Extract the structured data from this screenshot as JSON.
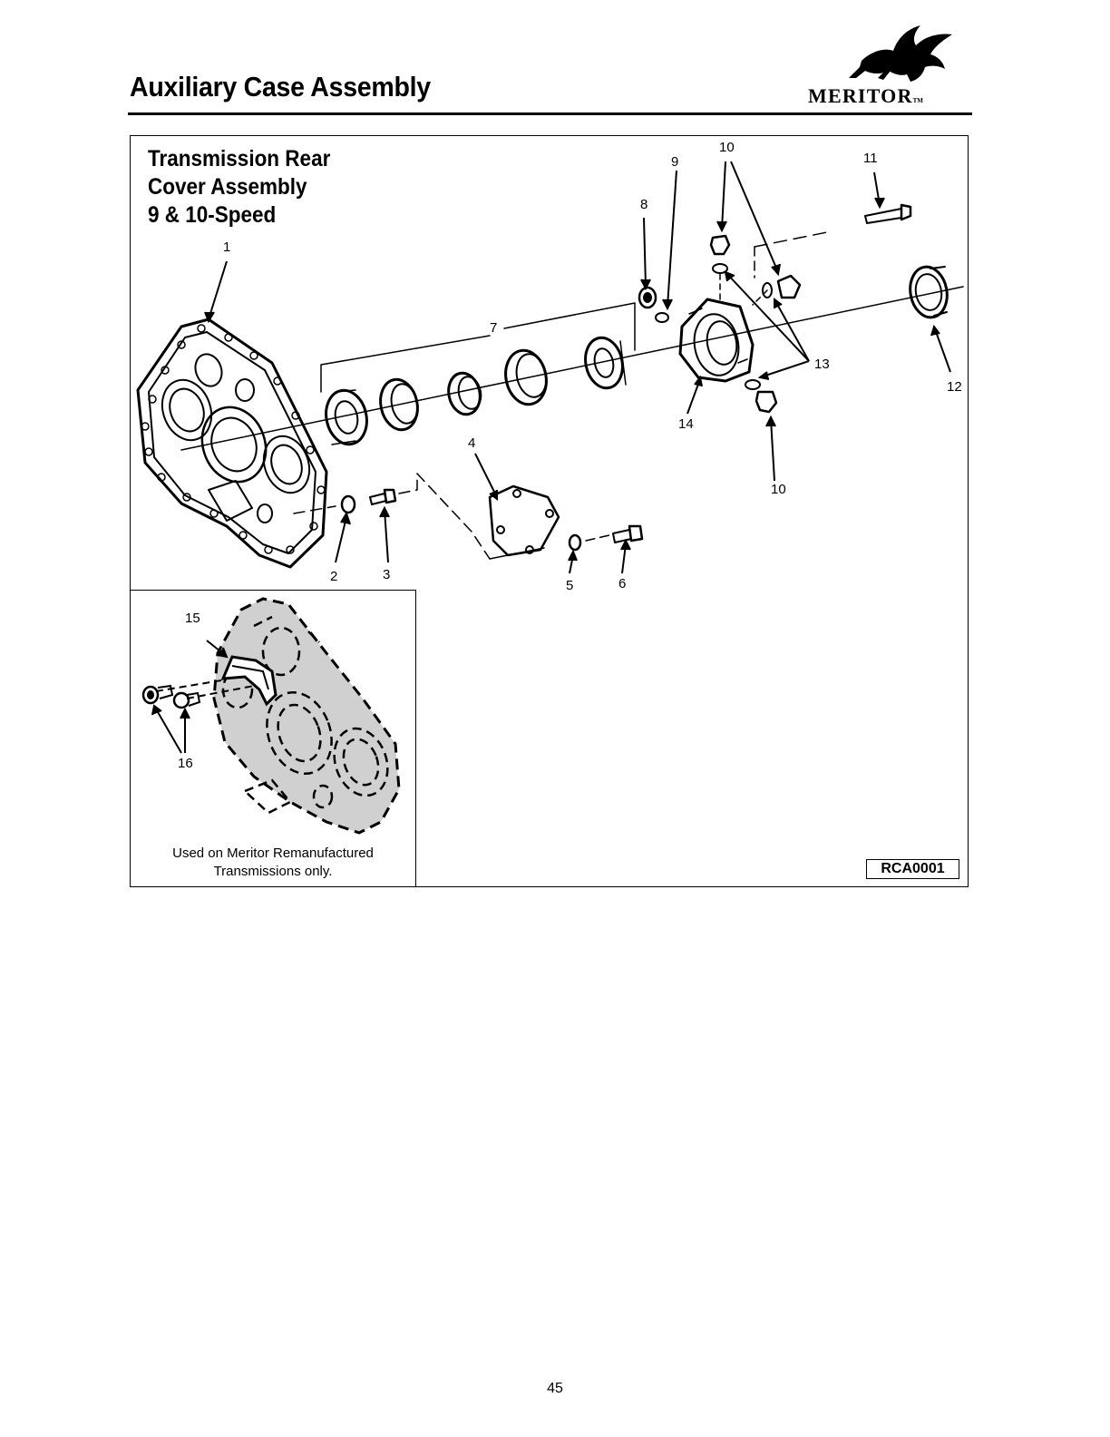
{
  "page": {
    "title": "Auxiliary Case Assembly",
    "number": "45"
  },
  "brand": {
    "name": "MERITOR",
    "trademark": "TM",
    "logo_icon": "flying-bull-icon"
  },
  "figure": {
    "title_lines": [
      "Transmission Rear",
      "Cover Assembly",
      "9 & 10-Speed"
    ],
    "id": "RCA0001",
    "callouts": {
      "c1": "1",
      "c2": "2",
      "c3": "3",
      "c4": "4",
      "c5": "5",
      "c6": "6",
      "c7": "7",
      "c8": "8",
      "c9": "9",
      "c10a": "10",
      "c10b": "10",
      "c11": "11",
      "c12": "12",
      "c13": "13",
      "c14": "14",
      "c15": "15",
      "c16": "16"
    },
    "inset_note_lines": [
      "Used on Meritor Remanufactured",
      "Transmissions only."
    ]
  }
}
